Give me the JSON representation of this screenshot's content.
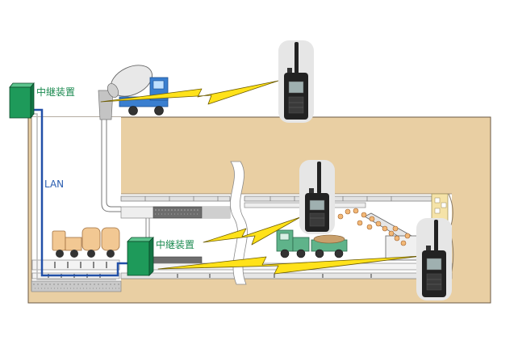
{
  "labels": {
    "repeater_top": "中継装置",
    "repeater_bottom": "中継装置",
    "lan": "LAN"
  },
  "colors": {
    "ground": "#e9cfa3",
    "repeater": "#1e9a5a",
    "lan_cable": "#2250a8",
    "radio_signal": "#ffe21a",
    "radio_body": "#222222"
  },
  "icons": {
    "radio": "handheld-transceiver-icon",
    "repeater": "repeater-box-icon",
    "signal": "lightning-bolt-icon"
  }
}
